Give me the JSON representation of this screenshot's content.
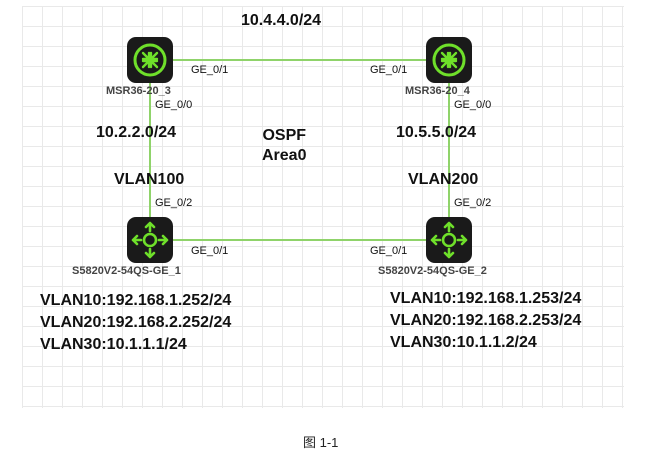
{
  "diagram": {
    "networks": {
      "top": "10.4.4.0/24",
      "left": "10.2.2.0/24",
      "right": "10.5.5.0/24"
    },
    "area": {
      "line1": "OSPF",
      "line2": "Area0"
    },
    "routers": [
      {
        "name": "MSR36-20_3",
        "icon": "router-icon"
      },
      {
        "name": "MSR36-20_4",
        "icon": "router-icon"
      }
    ],
    "switches": [
      {
        "name": "S5820V2-54QS-GE_1",
        "icon": "layer3-switch-icon"
      },
      {
        "name": "S5820V2-54QS-GE_2",
        "icon": "layer3-switch-icon"
      }
    ],
    "ports": {
      "r3_ge01": "GE_0/1",
      "r4_ge01": "GE_0/1",
      "r3_ge00": "GE_0/0",
      "r4_ge00": "GE_0/0",
      "sw1_ge02": "GE_0/2",
      "sw2_ge02": "GE_0/2",
      "sw1_ge01": "GE_0/1",
      "sw2_ge01": "GE_0/1"
    },
    "link_vlans": {
      "left": "VLAN100",
      "right": "VLAN200"
    },
    "sw1_vlans": [
      "VLAN10:192.168.1.252/24",
      "VLAN20:192.168.2.252/24",
      "VLAN30:10.1.1.1/24"
    ],
    "sw2_vlans": [
      "VLAN10:192.168.1.253/24",
      "VLAN20:192.168.2.253/24",
      "VLAN30:10.1.1.2/24"
    ],
    "link_color": "#8fd36a",
    "icon_bg": "#1a1a1a",
    "icon_accent": "#6fe02a"
  },
  "caption": "图 1-1"
}
